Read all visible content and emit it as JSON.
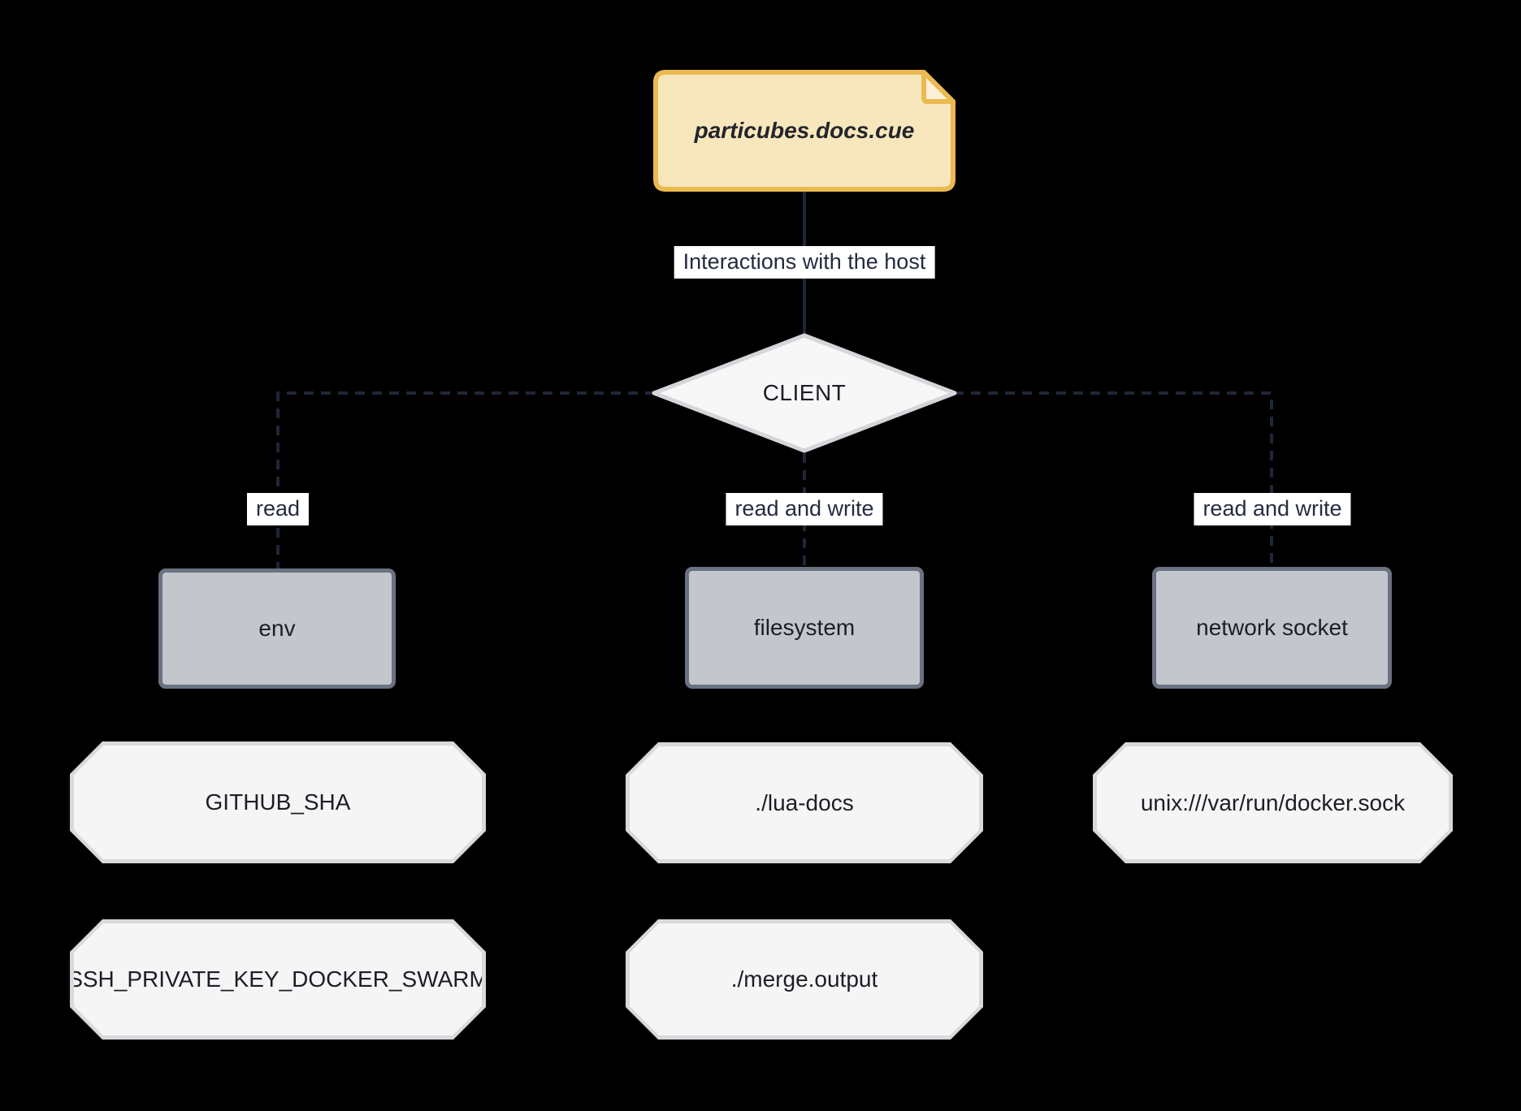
{
  "note": {
    "label": "particubes.docs.cue"
  },
  "client": {
    "label": "CLIENT"
  },
  "edges": {
    "host_label": "Interactions with the host",
    "read_label": "read",
    "filesystem_label": "read and write",
    "network_label": "read and write"
  },
  "resources": {
    "env": "env",
    "filesystem": "filesystem",
    "network": "network socket"
  },
  "values": {
    "github_sha": "GITHUB_SHA",
    "ssh_key": "SSH_PRIVATE_KEY_DOCKER_SWARM",
    "lua_docs": "./lua-docs",
    "merge_output": "./merge.output",
    "docker_sock": "unix:///var/run/docker.sock"
  },
  "colors": {
    "background": "#000000",
    "edge_line": "#1F2639",
    "edge_label_background": "#FFFFFF",
    "edge_label_text": "#252B40",
    "note_fill": "#F8E7BC",
    "note_border": "#EBB950",
    "note_fold_fill": "#FBF0D6",
    "diamond_fill": "#F7F7F8",
    "diamond_border": "#D5D5DA",
    "resource_fill": "#C4C6CE",
    "resource_border": "#6A7282",
    "value_fill": "#F5F5F6",
    "value_border": "#D9D9DD",
    "node_text": "#1B1E26"
  }
}
